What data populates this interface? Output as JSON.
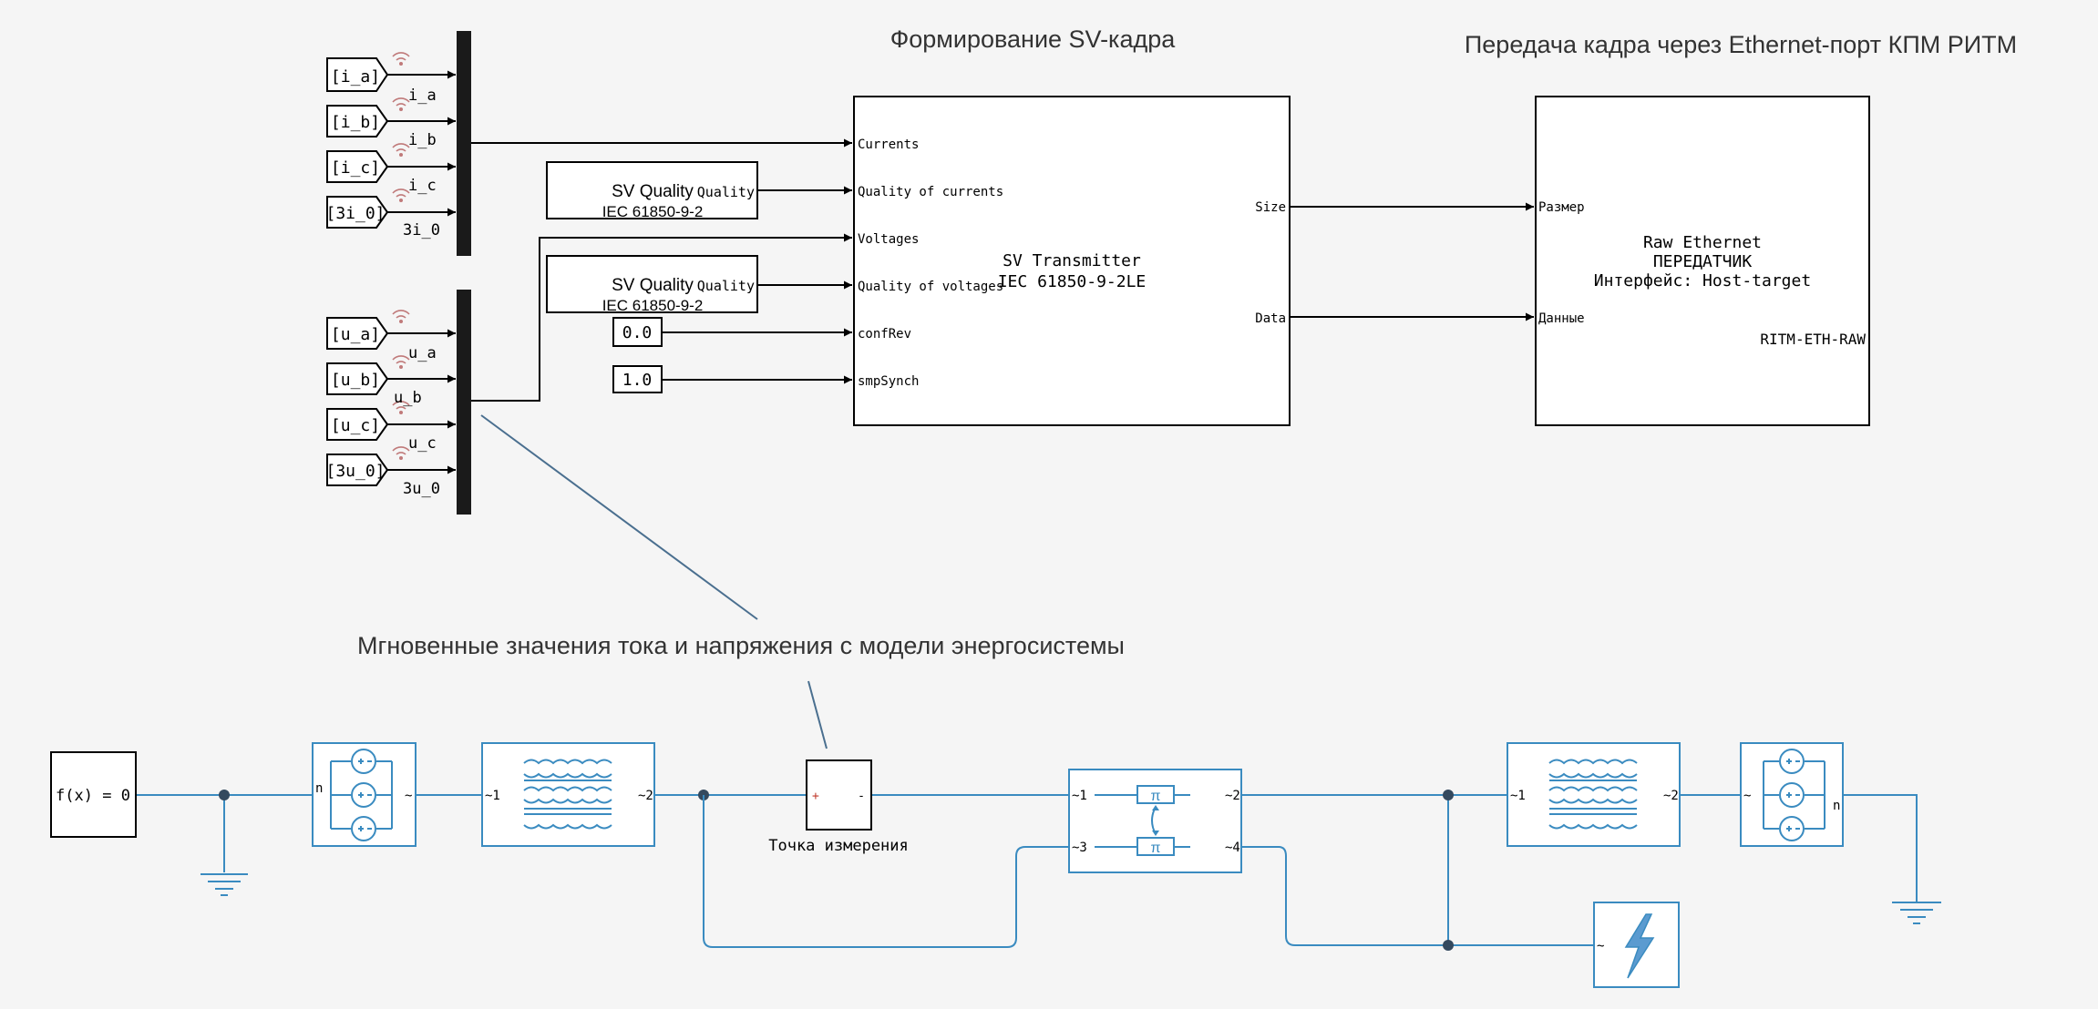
{
  "titles": {
    "sv_frame": "Формирование SV-кадра",
    "eth_transfer": "Передача кадра через Ethernet-порт КПМ РИТМ",
    "instant_values": "Мгновенные значения тока и напряжения с модели энергосистемы"
  },
  "current_signals": {
    "tags": [
      "[i_a]",
      "[i_b]",
      "[i_c]",
      "[3i_0]"
    ],
    "labels": [
      "i_a",
      "i_b",
      "i_c",
      "3i_0"
    ]
  },
  "voltage_signals": {
    "tags": [
      "[u_a]",
      "[u_b]",
      "[u_c]",
      "[3u_0]"
    ],
    "labels": [
      "u_a",
      "u_b",
      "u_c",
      "3u_0"
    ]
  },
  "sv_quality_currents": {
    "title": "SV Quality",
    "port": "Quality",
    "standard": "IEC 61850-9-2"
  },
  "sv_quality_voltages": {
    "title": "SV Quality",
    "port": "Quality",
    "standard": "IEC 61850-9-2"
  },
  "conf_rev_constant": "0.0",
  "smp_synch_constant": "1.0",
  "sv_transmitter": {
    "title": "SV Transmitter",
    "standard": "IEC 61850-9-2LE",
    "inputs": [
      "Currents",
      "Quality of currents",
      "Voltages",
      "Quality of voltages",
      "confRev",
      "smpSynch"
    ],
    "outputs": [
      "Size",
      "Data"
    ]
  },
  "raw_ethernet": {
    "line1": "Raw Ethernet",
    "line2": "ПЕРЕДАТЧИК",
    "line3": "Интерфейс: Host-target",
    "tag": "RITM-ETH-RAW",
    "inputs": [
      "Размер",
      "Данные"
    ]
  },
  "solver_block": "f(x) = 0",
  "measurement_point": {
    "label": "Точка измерения",
    "plus": "+",
    "minus": "-"
  },
  "port_labels": {
    "src_left_n": "n",
    "src_left_out": "~",
    "tr1_in": "~1",
    "tr1_out": "~2",
    "line_in1": "~1",
    "line_out2": "~2",
    "line_in3": "~3",
    "line_out4": "~4",
    "tr2_in": "~1",
    "tr2_out": "~2",
    "src_right_in": "~",
    "src_right_n": "n",
    "fault": "~"
  },
  "line_symbol": "π",
  "colors": {
    "electrical": "#3a8bc0",
    "signal": "#000000",
    "bus_bar": "#1a1a1a",
    "annotation_line": "#4a6f8f",
    "goto_icon": "#c07a7a",
    "background": "#f5f5f5"
  }
}
